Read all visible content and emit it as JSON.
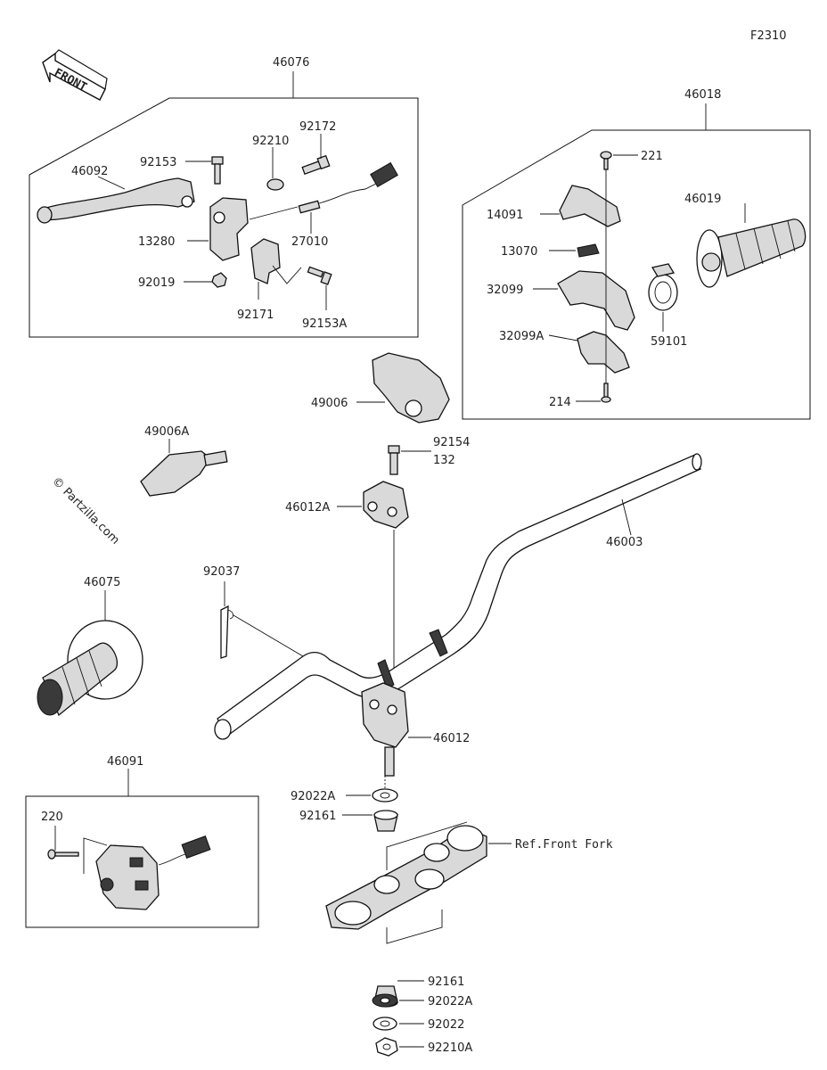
{
  "figure_code": "F2310",
  "front_label": "FRONT",
  "watermark": "© Partzilla.com",
  "labels": {
    "p46076": "46076",
    "p46092": "46092",
    "p92153": "92153",
    "p92210": "92210",
    "p92172": "92172",
    "p13280": "13280",
    "p27010": "27010",
    "p92019": "92019",
    "p92171": "92171",
    "p92153A": "92153A",
    "p46018": "46018",
    "p221": "221",
    "p14091": "14091",
    "p46019": "46019",
    "p13070": "13070",
    "p32099": "32099",
    "p59101": "59101",
    "p32099A": "32099A",
    "p214": "214",
    "p49006": "49006",
    "p49006A": "49006A",
    "p92154": "92154",
    "p132": "132",
    "p46012A": "46012A",
    "p46003": "46003",
    "p92037": "92037",
    "p46075": "46075",
    "p46012": "46012",
    "p46091": "46091",
    "p220": "220",
    "p92022A_top": "92022A",
    "p92161_top": "92161",
    "ref_front_fork": "Ref.Front Fork",
    "p92161_bottom": "92161",
    "p92022A_bottom": "92022A",
    "p92022": "92022",
    "p92210A": "92210A"
  }
}
